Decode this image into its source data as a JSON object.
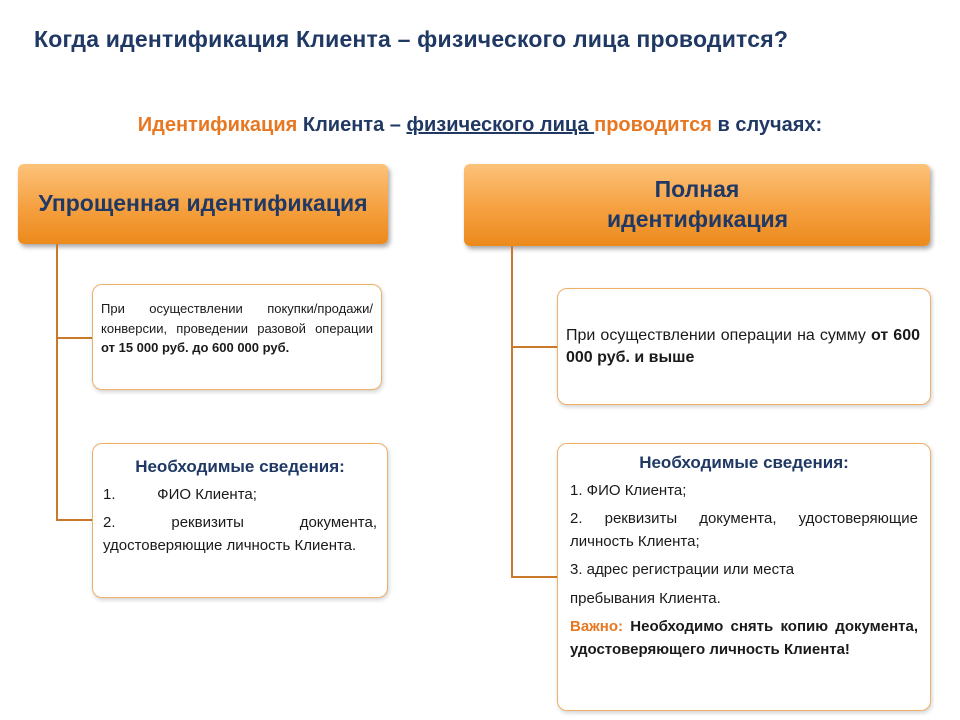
{
  "title": "Когда идентификация Клиента – физического лица проводится?",
  "subtitle": {
    "part1": "Идентификация",
    "part2": " Клиента – ",
    "part3": "физического лица ",
    "part4": "проводится",
    "part5": " в случаях:"
  },
  "left": {
    "header": "Упрощенная идентификация",
    "card1": {
      "text": "При осуществлении покупки/продажи/конверсии, проведении разовой операции ",
      "bold": "от 15 000 руб. до 600 000 руб."
    },
    "card2": {
      "heading": "Необходимые сведения:",
      "item1": "1.          ФИО Клиента;",
      "item2": "2. реквизиты документа, удостоверяющие личность Клиента."
    }
  },
  "right": {
    "header": "Полная идентификация",
    "card1": {
      "text": "При осуществлении операции на сумму ",
      "bold": "от 600 000 руб. и выше"
    },
    "card2": {
      "heading": "Необходимые сведения:",
      "item1": "1. ФИО Клиента;",
      "item2": "2. реквизиты документа, удостоверяющие личность Клиента;",
      "item3": "3. адрес регистрации или места",
      "item4": "пребывания Клиента.",
      "warn_label": "Важно:",
      "warn_text": " Необходимо снять копию документа, удостоверяющего личность Клиента!"
    }
  }
}
